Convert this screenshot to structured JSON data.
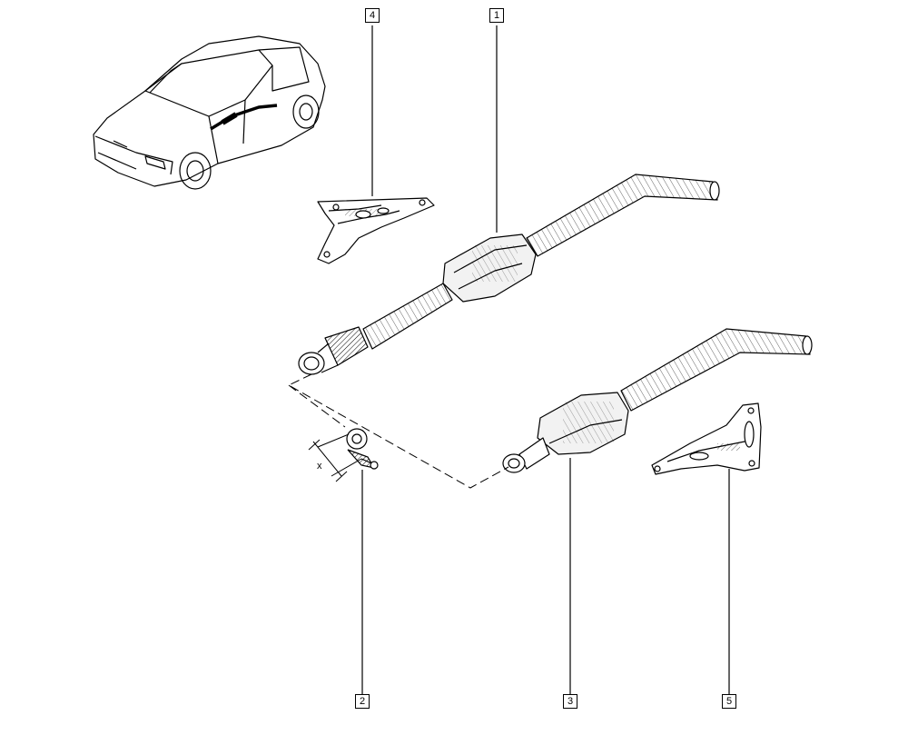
{
  "diagram": {
    "callouts": [
      {
        "id": "callout-1",
        "label": "1"
      },
      {
        "id": "callout-2",
        "label": "2"
      },
      {
        "id": "callout-3",
        "label": "3"
      },
      {
        "id": "callout-4",
        "label": "4"
      },
      {
        "id": "callout-5",
        "label": "5"
      }
    ],
    "dimension_label": "x",
    "colors": {
      "ink": "#000000",
      "background": "#ffffff",
      "fill": "#f2f2f2"
    }
  }
}
